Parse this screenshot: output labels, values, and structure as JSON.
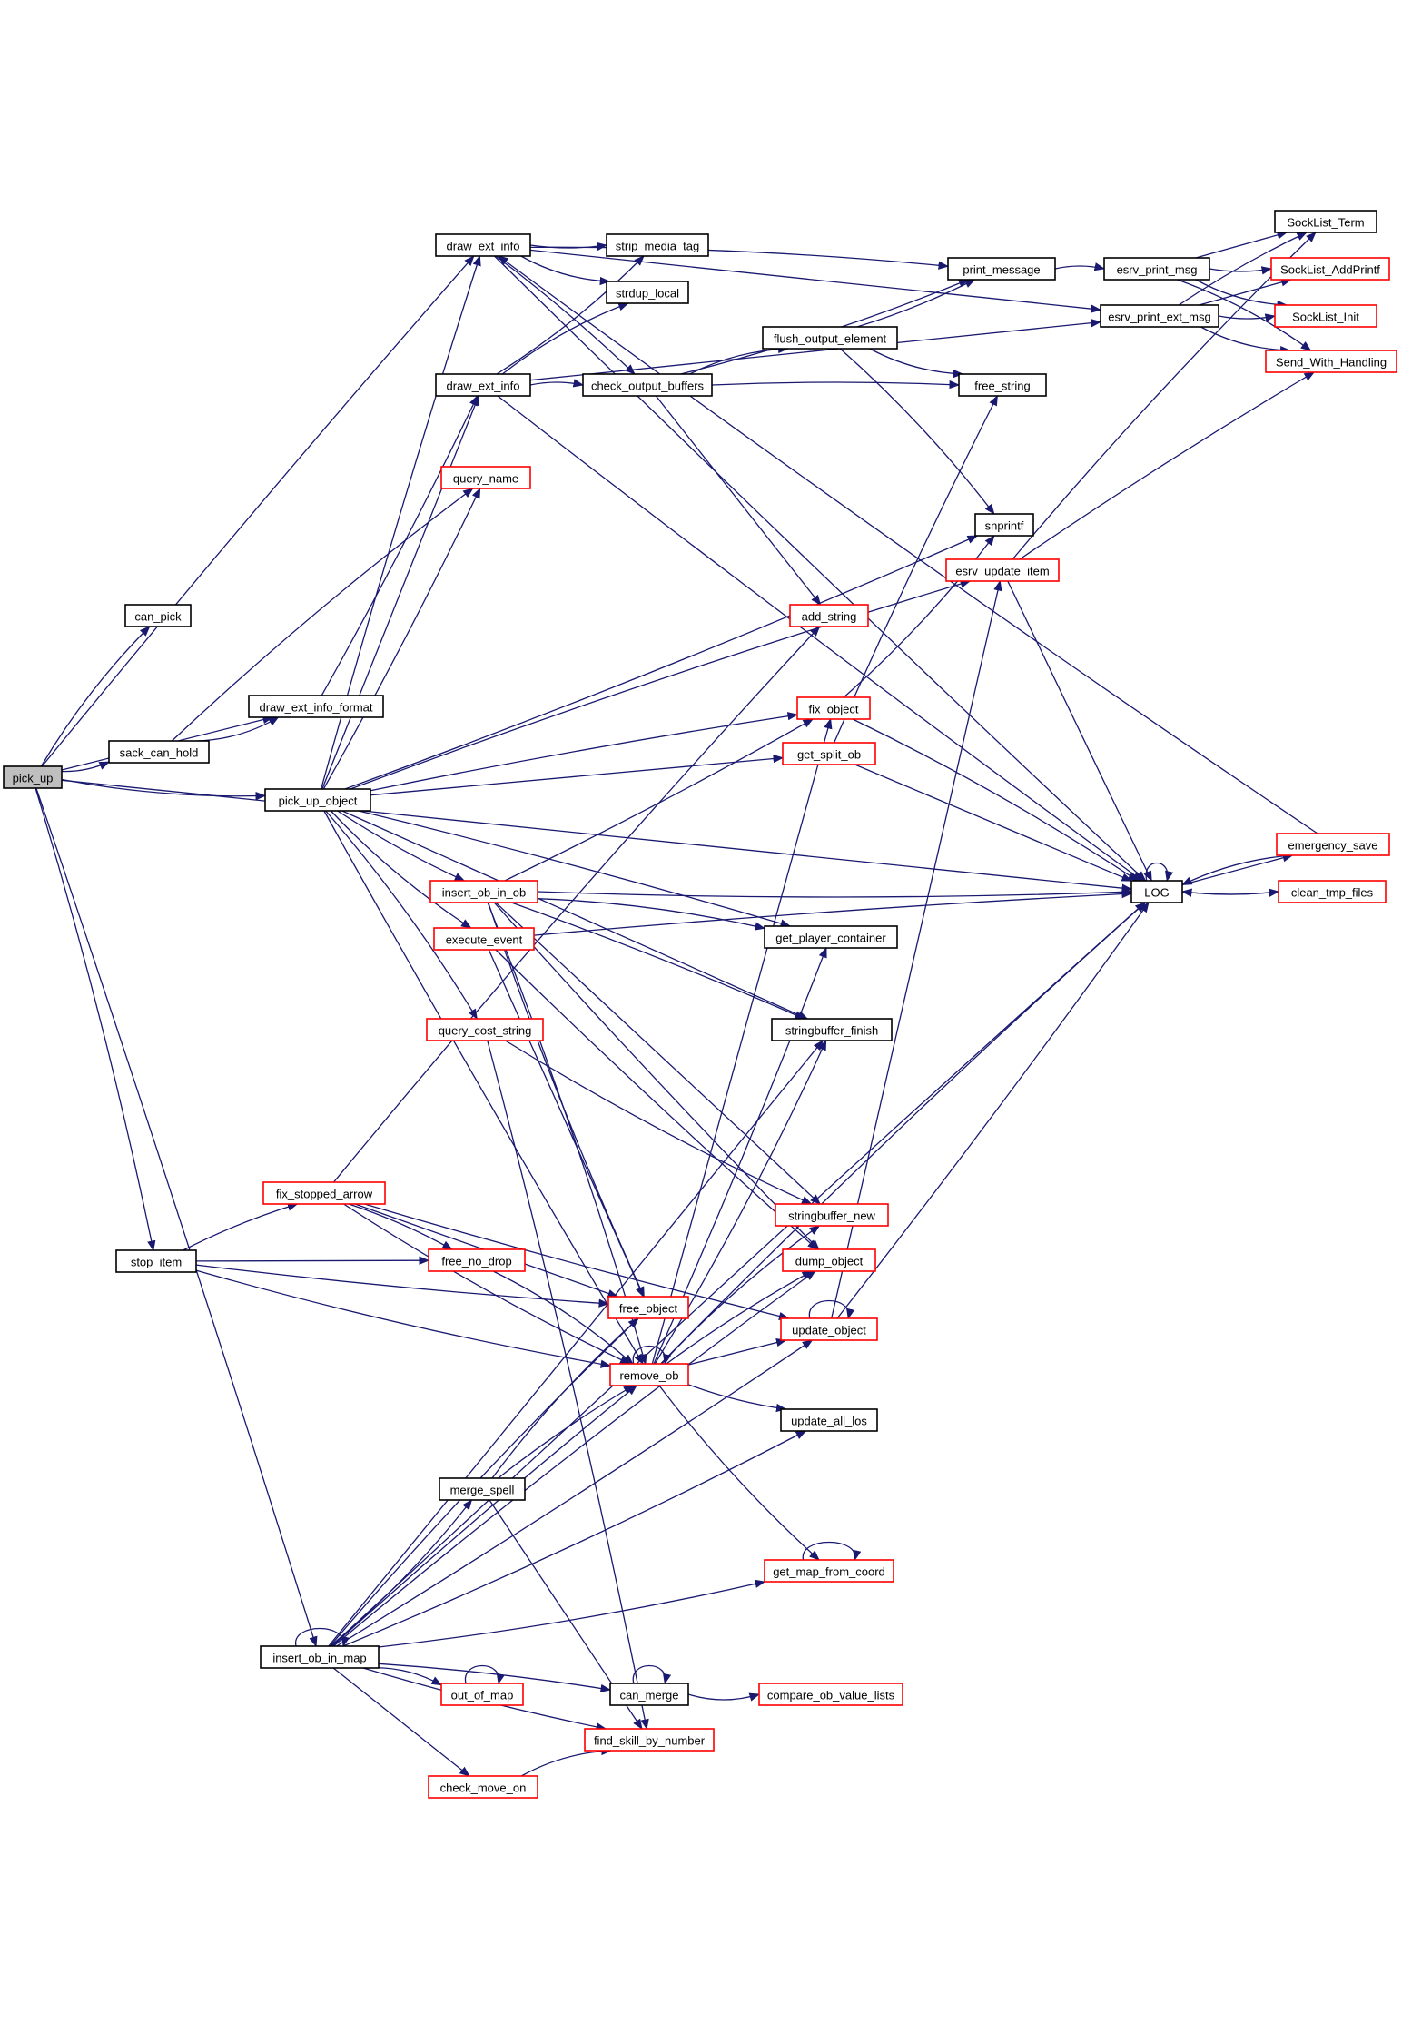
{
  "title": "pick_up call graph",
  "colors": {
    "edge": "#191970",
    "node_border": "#000000",
    "truncated_border": "#ff0000",
    "root_fill": "#bfbfbf"
  },
  "nodes": [
    {
      "id": "pick_up",
      "label": "pick_up",
      "style": "root"
    },
    {
      "id": "can_pick",
      "label": "can_pick",
      "style": "black"
    },
    {
      "id": "draw_ext_info",
      "label": "draw_ext_info",
      "style": "black"
    },
    {
      "id": "draw_ext_info2",
      "label": "draw_ext_info",
      "style": "black"
    },
    {
      "id": "draw_ext_info_format",
      "label": "draw_ext_info_format",
      "style": "black"
    },
    {
      "id": "sack_can_hold",
      "label": "sack_can_hold",
      "style": "black"
    },
    {
      "id": "pick_up_object",
      "label": "pick_up_object",
      "style": "black"
    },
    {
      "id": "stop_item",
      "label": "stop_item",
      "style": "black"
    },
    {
      "id": "insert_ob_in_map",
      "label": "insert_ob_in_map",
      "style": "black"
    },
    {
      "id": "strip_media_tag",
      "label": "strip_media_tag",
      "style": "black"
    },
    {
      "id": "strdup_local",
      "label": "strdup_local",
      "style": "black"
    },
    {
      "id": "check_output_buffers",
      "label": "check_output_buffers",
      "style": "black"
    },
    {
      "id": "query_name",
      "label": "query_name",
      "style": "red"
    },
    {
      "id": "print_message",
      "label": "print_message",
      "style": "black"
    },
    {
      "id": "flush_output_element",
      "label": "flush_output_element",
      "style": "black"
    },
    {
      "id": "free_string",
      "label": "free_string",
      "style": "black"
    },
    {
      "id": "snprintf",
      "label": "snprintf",
      "style": "black"
    },
    {
      "id": "esrv_update_item",
      "label": "esrv_update_item",
      "style": "red"
    },
    {
      "id": "add_string",
      "label": "add_string",
      "style": "red"
    },
    {
      "id": "fix_object",
      "label": "fix_object",
      "style": "red"
    },
    {
      "id": "get_split_ob",
      "label": "get_split_ob",
      "style": "red"
    },
    {
      "id": "insert_ob_in_ob",
      "label": "insert_ob_in_ob",
      "style": "red"
    },
    {
      "id": "execute_event",
      "label": "execute_event",
      "style": "red"
    },
    {
      "id": "query_cost_string",
      "label": "query_cost_string",
      "style": "red"
    },
    {
      "id": "get_player_container",
      "label": "get_player_container",
      "style": "black"
    },
    {
      "id": "stringbuffer_finish",
      "label": "stringbuffer_finish",
      "style": "black"
    },
    {
      "id": "fix_stopped_arrow",
      "label": "fix_stopped_arrow",
      "style": "red"
    },
    {
      "id": "free_no_drop",
      "label": "free_no_drop",
      "style": "red"
    },
    {
      "id": "stringbuffer_new",
      "label": "stringbuffer_new",
      "style": "red"
    },
    {
      "id": "dump_object",
      "label": "dump_object",
      "style": "red"
    },
    {
      "id": "free_object",
      "label": "free_object",
      "style": "red"
    },
    {
      "id": "update_object",
      "label": "update_object",
      "style": "red"
    },
    {
      "id": "remove_ob",
      "label": "remove_ob",
      "style": "red"
    },
    {
      "id": "update_all_los",
      "label": "update_all_los",
      "style": "black"
    },
    {
      "id": "merge_spell",
      "label": "merge_spell",
      "style": "black"
    },
    {
      "id": "get_map_from_coord",
      "label": "get_map_from_coord",
      "style": "red"
    },
    {
      "id": "out_of_map",
      "label": "out_of_map",
      "style": "red"
    },
    {
      "id": "can_merge",
      "label": "can_merge",
      "style": "black"
    },
    {
      "id": "compare_ob_value_lists",
      "label": "compare_ob_value_lists",
      "style": "red"
    },
    {
      "id": "find_skill_by_number",
      "label": "find_skill_by_number",
      "style": "red"
    },
    {
      "id": "check_move_on",
      "label": "check_move_on",
      "style": "red"
    },
    {
      "id": "esrv_print_msg",
      "label": "esrv_print_msg",
      "style": "black"
    },
    {
      "id": "esrv_print_ext_msg",
      "label": "esrv_print_ext_msg",
      "style": "black"
    },
    {
      "id": "LOG",
      "label": "LOG",
      "style": "black"
    },
    {
      "id": "SockList_Term",
      "label": "SockList_Term",
      "style": "black"
    },
    {
      "id": "SockList_AddPrintf",
      "label": "SockList_AddPrintf",
      "style": "red"
    },
    {
      "id": "SockList_Init",
      "label": "SockList_Init",
      "style": "red"
    },
    {
      "id": "Send_With_Handling",
      "label": "Send_With_Handling",
      "style": "red"
    },
    {
      "id": "emergency_save",
      "label": "emergency_save",
      "style": "red"
    },
    {
      "id": "clean_tmp_files",
      "label": "clean_tmp_files",
      "style": "red"
    }
  ],
  "edges": [
    [
      "pick_up",
      "can_pick"
    ],
    [
      "pick_up",
      "draw_ext_info"
    ],
    [
      "pick_up",
      "draw_ext_info_format"
    ],
    [
      "pick_up",
      "sack_can_hold"
    ],
    [
      "pick_up",
      "pick_up_object"
    ],
    [
      "pick_up",
      "stop_item"
    ],
    [
      "pick_up",
      "insert_ob_in_map"
    ],
    [
      "pick_up",
      "LOG"
    ],
    [
      "draw_ext_info",
      "strip_media_tag"
    ],
    [
      "draw_ext_info",
      "strdup_local"
    ],
    [
      "draw_ext_info",
      "print_message"
    ],
    [
      "draw_ext_info",
      "check_output_buffers"
    ],
    [
      "draw_ext_info",
      "esrv_print_ext_msg"
    ],
    [
      "draw_ext_info",
      "LOG"
    ],
    [
      "draw_ext_info2",
      "strip_media_tag"
    ],
    [
      "draw_ext_info2",
      "strdup_local"
    ],
    [
      "draw_ext_info2",
      "check_output_buffers"
    ],
    [
      "draw_ext_info2",
      "esrv_print_ext_msg"
    ],
    [
      "draw_ext_info2",
      "LOG"
    ],
    [
      "check_output_buffers",
      "print_message"
    ],
    [
      "check_output_buffers",
      "flush_output_element"
    ],
    [
      "check_output_buffers",
      "free_string"
    ],
    [
      "check_output_buffers",
      "add_string"
    ],
    [
      "flush_output_element",
      "print_message"
    ],
    [
      "flush_output_element",
      "free_string"
    ],
    [
      "flush_output_element",
      "snprintf"
    ],
    [
      "print_message",
      "esrv_print_msg"
    ],
    [
      "esrv_print_msg",
      "SockList_Term"
    ],
    [
      "esrv_print_msg",
      "SockList_AddPrintf"
    ],
    [
      "esrv_print_msg",
      "SockList_Init"
    ],
    [
      "esrv_print_msg",
      "Send_With_Handling"
    ],
    [
      "esrv_print_ext_msg",
      "SockList_Term"
    ],
    [
      "esrv_print_ext_msg",
      "SockList_AddPrintf"
    ],
    [
      "esrv_print_ext_msg",
      "SockList_Init"
    ],
    [
      "esrv_print_ext_msg",
      "Send_With_Handling"
    ],
    [
      "esrv_update_item",
      "SockList_Term"
    ],
    [
      "esrv_update_item",
      "Send_With_Handling"
    ],
    [
      "esrv_update_item",
      "LOG"
    ],
    [
      "draw_ext_info_format",
      "draw_ext_info2"
    ],
    [
      "sack_can_hold",
      "draw_ext_info_format"
    ],
    [
      "sack_can_hold",
      "query_name"
    ],
    [
      "pick_up_object",
      "draw_ext_info"
    ],
    [
      "pick_up_object",
      "draw_ext_info2"
    ],
    [
      "pick_up_object",
      "query_name"
    ],
    [
      "pick_up_object",
      "snprintf"
    ],
    [
      "pick_up_object",
      "esrv_update_item"
    ],
    [
      "pick_up_object",
      "fix_object"
    ],
    [
      "pick_up_object",
      "get_split_ob"
    ],
    [
      "pick_up_object",
      "insert_ob_in_ob"
    ],
    [
      "pick_up_object",
      "execute_event"
    ],
    [
      "pick_up_object",
      "query_cost_string"
    ],
    [
      "pick_up_object",
      "get_player_container"
    ],
    [
      "pick_up_object",
      "stringbuffer_finish"
    ],
    [
      "pick_up_object",
      "remove_ob"
    ],
    [
      "fix_object",
      "snprintf"
    ],
    [
      "fix_object",
      "LOG"
    ],
    [
      "get_split_ob",
      "free_string"
    ],
    [
      "get_split_ob",
      "LOG"
    ],
    [
      "insert_ob_in_ob",
      "fix_object"
    ],
    [
      "insert_ob_in_ob",
      "LOG"
    ],
    [
      "insert_ob_in_ob",
      "get_player_container"
    ],
    [
      "insert_ob_in_ob",
      "stringbuffer_finish"
    ],
    [
      "insert_ob_in_ob",
      "stringbuffer_new"
    ],
    [
      "insert_ob_in_ob",
      "dump_object"
    ],
    [
      "insert_ob_in_ob",
      "free_object"
    ],
    [
      "insert_ob_in_ob",
      "remove_ob"
    ],
    [
      "execute_event",
      "LOG"
    ],
    [
      "execute_event",
      "free_object"
    ],
    [
      "execute_event",
      "dump_object"
    ],
    [
      "query_cost_string",
      "stringbuffer_new"
    ],
    [
      "query_cost_string",
      "find_skill_by_number"
    ],
    [
      "stop_item",
      "fix_stopped_arrow"
    ],
    [
      "stop_item",
      "free_no_drop"
    ],
    [
      "stop_item",
      "free_object"
    ],
    [
      "stop_item",
      "remove_ob"
    ],
    [
      "fix_stopped_arrow",
      "add_string"
    ],
    [
      "fix_stopped_arrow",
      "free_no_drop"
    ],
    [
      "fix_stopped_arrow",
      "free_object"
    ],
    [
      "fix_stopped_arrow",
      "update_object"
    ],
    [
      "fix_stopped_arrow",
      "remove_ob"
    ],
    [
      "free_no_drop",
      "remove_ob"
    ],
    [
      "remove_ob",
      "remove_ob"
    ],
    [
      "remove_ob",
      "fix_object"
    ],
    [
      "remove_ob",
      "get_player_container"
    ],
    [
      "remove_ob",
      "stringbuffer_finish"
    ],
    [
      "remove_ob",
      "stringbuffer_new"
    ],
    [
      "remove_ob",
      "dump_object"
    ],
    [
      "remove_ob",
      "update_object"
    ],
    [
      "remove_ob",
      "update_all_los"
    ],
    [
      "remove_ob",
      "get_map_from_coord"
    ],
    [
      "remove_ob",
      "LOG"
    ],
    [
      "update_object",
      "update_object"
    ],
    [
      "update_object",
      "esrv_update_item"
    ],
    [
      "update_object",
      "LOG"
    ],
    [
      "get_map_from_coord",
      "get_map_from_coord"
    ],
    [
      "merge_spell",
      "free_object"
    ],
    [
      "merge_spell",
      "remove_ob"
    ],
    [
      "merge_spell",
      "find_skill_by_number"
    ],
    [
      "insert_ob_in_map",
      "insert_ob_in_map"
    ],
    [
      "insert_ob_in_map",
      "merge_spell"
    ],
    [
      "insert_ob_in_map",
      "free_object"
    ],
    [
      "insert_ob_in_map",
      "remove_ob"
    ],
    [
      "insert_ob_in_map",
      "stringbuffer_finish"
    ],
    [
      "insert_ob_in_map",
      "update_object"
    ],
    [
      "insert_ob_in_map",
      "update_all_los"
    ],
    [
      "insert_ob_in_map",
      "out_of_map"
    ],
    [
      "insert_ob_in_map",
      "can_merge"
    ],
    [
      "insert_ob_in_map",
      "check_move_on"
    ],
    [
      "insert_ob_in_map",
      "find_skill_by_number"
    ],
    [
      "insert_ob_in_map",
      "get_map_from_coord"
    ],
    [
      "insert_ob_in_map",
      "dump_object"
    ],
    [
      "insert_ob_in_map",
      "LOG"
    ],
    [
      "out_of_map",
      "out_of_map"
    ],
    [
      "can_merge",
      "can_merge"
    ],
    [
      "can_merge",
      "compare_ob_value_lists"
    ],
    [
      "check_move_on",
      "find_skill_by_number"
    ],
    [
      "LOG",
      "LOG"
    ],
    [
      "LOG",
      "emergency_save"
    ],
    [
      "LOG",
      "clean_tmp_files"
    ],
    [
      "emergency_save",
      "LOG"
    ],
    [
      "emergency_save",
      "draw_ext_info"
    ],
    [
      "clean_tmp_files",
      "LOG"
    ]
  ]
}
